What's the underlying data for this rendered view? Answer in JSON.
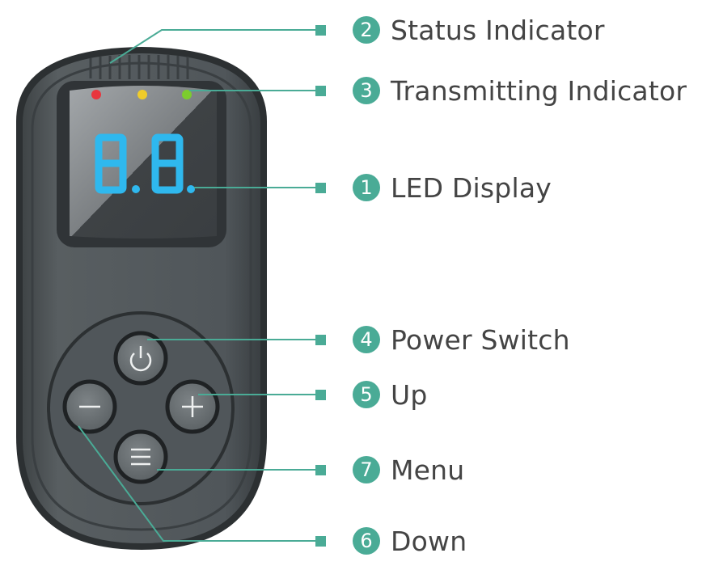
{
  "accent_color": "#4aab96",
  "device": {
    "led_display_value": "8.8.",
    "indicator_lights": [
      {
        "name": "red",
        "color": "#e8363e"
      },
      {
        "name": "yellow",
        "color": "#f0cc2a"
      },
      {
        "name": "green",
        "color": "#7ccc2e"
      }
    ],
    "buttons": [
      {
        "name": "power",
        "icon": "power-icon"
      },
      {
        "name": "up",
        "icon": "plus-icon"
      },
      {
        "name": "down",
        "icon": "minus-icon"
      },
      {
        "name": "menu",
        "icon": "menu-icon"
      }
    ]
  },
  "callouts": [
    {
      "number": "2",
      "label": "Status Indicator"
    },
    {
      "number": "3",
      "label": "Transmitting Indicator"
    },
    {
      "number": "1",
      "label": "LED Display"
    },
    {
      "number": "4",
      "label": "Power Switch"
    },
    {
      "number": "5",
      "label": "Up"
    },
    {
      "number": "7",
      "label": "Menu"
    },
    {
      "number": "6",
      "label": "Down"
    }
  ]
}
